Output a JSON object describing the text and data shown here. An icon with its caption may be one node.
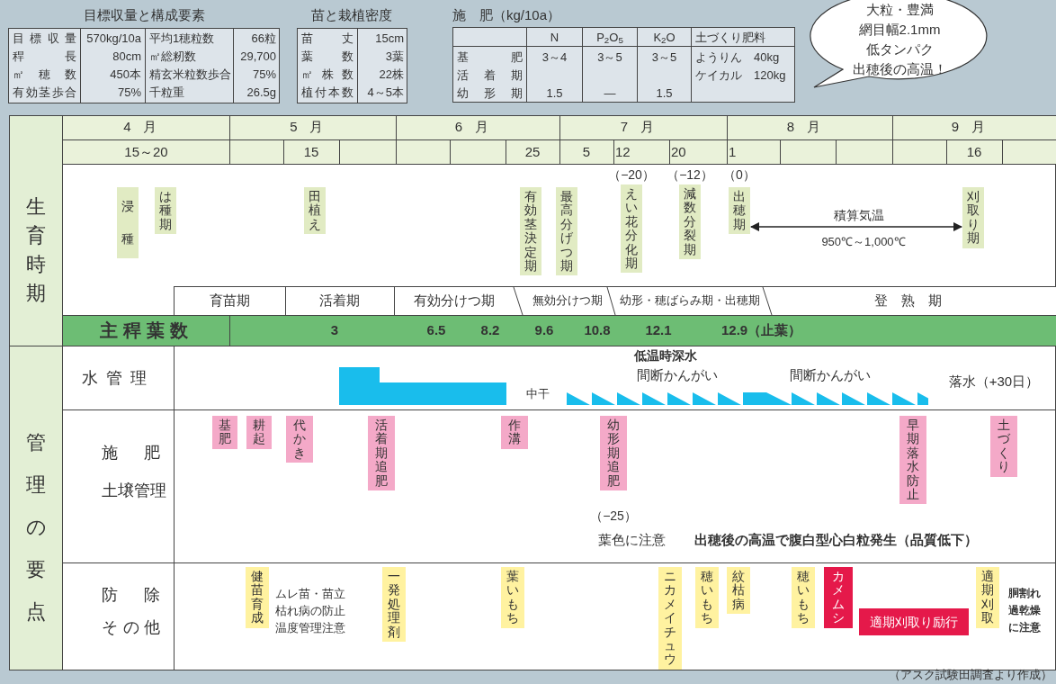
{
  "diagram": {
    "nodes": [
      {
        "text": [
          "大粒・豊満",
          "網目幅2.1mm",
          "低タンパク",
          "出穂後の高温！"
        ]
      },
      {
        "text": [
          "浸種"
        ]
      },
      {
        "text": [
          "は種期"
        ]
      },
      {
        "text": [
          "田植え"
        ]
      },
      {
        "text": [
          "有効茎決定期"
        ]
      },
      {
        "text": [
          "最高分げつ期"
        ]
      },
      {
        "text": [
          "えい花分化期"
        ],
        "beside": [
          "（−20）"
        ]
      },
      {
        "text": [
          "減数分裂期"
        ],
        "beside": [
          "（−12）"
        ]
      },
      {
        "text": [
          "出穂期"
        ],
        "beside": [
          "（0）"
        ]
      },
      {
        "text": [
          "刈取り期"
        ]
      },
      {
        "text": [
          "基肥"
        ]
      },
      {
        "text": [
          "耕起"
        ]
      },
      {
        "text": [
          "代かき"
        ]
      },
      {
        "text": [
          "活着期追肥"
        ]
      },
      {
        "text": [
          "作溝"
        ]
      },
      {
        "text": [
          "幼形期追肥"
        ],
        "beside": [
          "（−25）"
        ]
      },
      {
        "text": [
          "早期落水防止"
        ]
      },
      {
        "text": [
          "土づくり"
        ]
      },
      {
        "text": [
          "健苗育成"
        ]
      },
      {
        "text": [
          "一発処理剤"
        ]
      },
      {
        "text": [
          "葉いもち"
        ]
      },
      {
        "text": [
          "ニカメイチュウ"
        ]
      },
      {
        "text": [
          "穂いもち"
        ]
      },
      {
        "text": [
          "紋枯病"
        ]
      },
      {
        "text": [
          "穂いもち"
        ]
      },
      {
        "text": [
          "カメムシ"
        ]
      },
      {
        "text": [
          "適期刈取り励行"
        ]
      },
      {
        "text": [
          "適期刈取"
        ]
      }
    ],
    "edges": [
      {
        "from": 8,
        "to": 9,
        "arrow": "both",
        "label": "積算気温"
      }
    ],
    "labels": [
      "目標収量と構成要素",
      "苗と栽植密度",
      "施　肥（kg/10a）",
      "目標収量",
      "570kg/10a",
      "平均1穂粒数",
      "66粒",
      "稈長",
      "80cm",
      "㎡総籾数",
      "29,700",
      "㎡穂数",
      "450本",
      "精玄米粒数歩合",
      "75%",
      "有効茎歩合",
      "75%",
      "千粒重",
      "26.5g",
      "苗丈",
      "15cm",
      "葉数",
      "3葉",
      "㎡株数",
      "22株",
      "植付本数",
      "4～5本",
      "N",
      "P$_{2}$O$_{5}$",
      "K$_{2}$O",
      "土づくり肥料",
      "基肥",
      "3～4",
      "3～5",
      "3～5",
      "ようりん　40kg",
      "活着期",
      "ケイカル　120kg",
      "幼形期",
      "1.5",
      "—",
      "1.5",
      "4月",
      "5月",
      "6月",
      "7月",
      "8月",
      "9月",
      "15～20",
      "15",
      "25",
      "5",
      "12",
      "20",
      "1",
      "16",
      "生育時期",
      "育苗期",
      "活着期",
      "有効分けつ期",
      "無効分けつ期",
      "幼形・穂ばらみ期・出穂期",
      "登熟期",
      "主稈葉数",
      "3",
      "6.5",
      "8.2",
      "9.6",
      "10.8",
      "12.1",
      "12.9（止葉）",
      "950℃～1,000℃",
      "管理の要点",
      "水管理",
      "低温時深水",
      "間断かんがい",
      "中干",
      "間断かんがい",
      "落水（+30日）",
      "施肥",
      "土壌管理",
      "葉色に注意",
      "出穂後の高温で腹白型心白粒発生（品質低下）",
      "防除",
      "その他",
      "ムレ苗・苗立枯れ病の防止温度管理注意",
      "胴割れ過乾燥に注意"
    ],
    "caption": "（アスク試験田調査より作成）"
  }
}
